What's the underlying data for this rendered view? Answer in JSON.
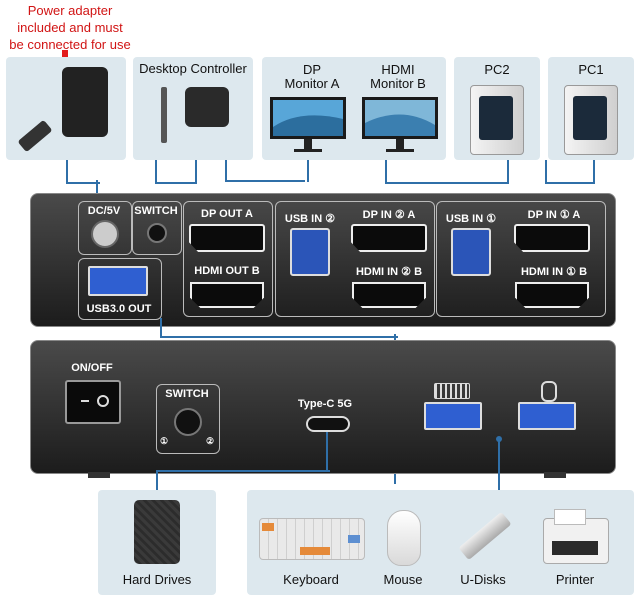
{
  "power_adapter_note": [
    "Power adapter",
    "included and must",
    "be connected for use"
  ],
  "top_devices": {
    "desktop_controller": "Desktop Controller",
    "monitor_a": [
      "DP",
      "Monitor A"
    ],
    "monitor_b": [
      "HDMI",
      "Monitor B"
    ],
    "pc2": "PC2",
    "pc1": "PC1"
  },
  "rear_panel": {
    "dc": "DC/5V",
    "switch": "SWITCH",
    "dp_out_a": "DP OUT A",
    "hdmi_out_b": "HDMI OUT B",
    "usb3_out": "USB3.0 OUT",
    "usb_in_2": "USB IN ②",
    "dp_in_2_a": "DP IN ② A",
    "hdmi_in_2_b": "HDMI IN ② B",
    "usb_in_1": "USB IN ①",
    "dp_in_1_a": "DP IN ① A",
    "hdmi_in_1_b": "HDMI IN ① B"
  },
  "front_panel": {
    "on_off": "ON/OFF",
    "switch": "SWITCH",
    "switch_pos_1": "①",
    "switch_pos_2": "②",
    "type_c": "Type-C 5G"
  },
  "bottom_devices": {
    "hard_drives": "Hard Drives",
    "keyboard": "Keyboard",
    "mouse": "Mouse",
    "u_disks": "U-Disks",
    "printer": "Printer"
  },
  "colors": {
    "accent_red": "#d11414",
    "card_bg": "#dde8ee",
    "wire": "#2f6fa8",
    "usb_blue": "#2f5fd1"
  }
}
